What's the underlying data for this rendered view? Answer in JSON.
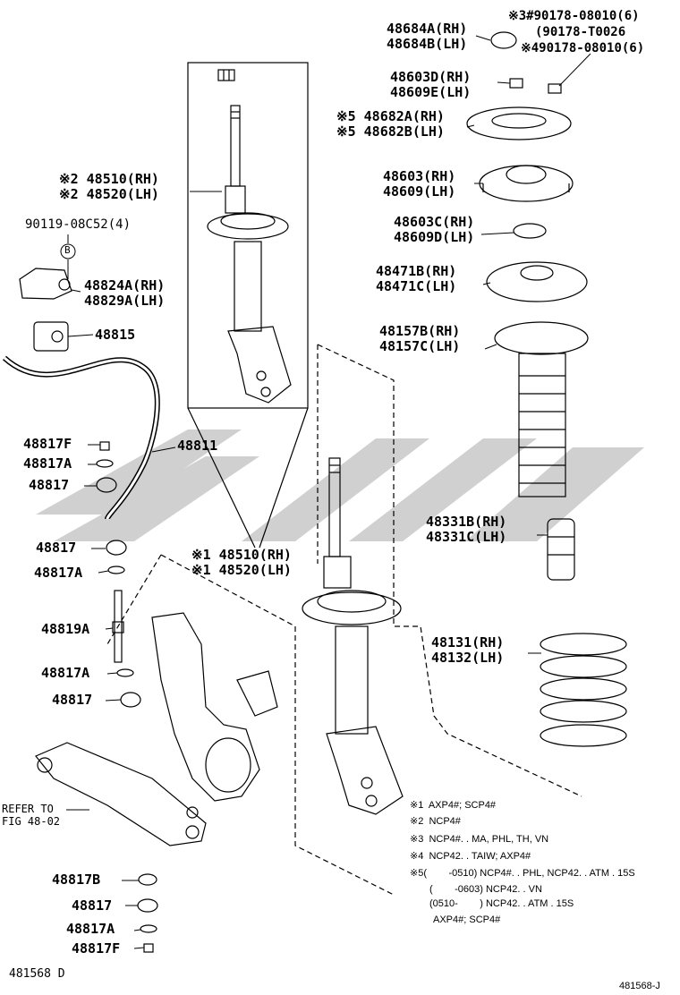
{
  "diagram": {
    "watermark_color": "#c8c8c8",
    "labels": {
      "p48684ab": "48684A(RH)\n48684B(LH)",
      "p90178_1": "※3#90178-08010(6)",
      "p90178_2": "(90178-T0026",
      "p90178_3": "※490178-08010(6)",
      "p48603de": "48603D(RH)\n48609E(LH)",
      "p48682ab": "※5 48682A(RH)\n※5 48682B(LH)",
      "p48603": "48603(RH)\n48609(LH)",
      "p48603c": "48603C(RH)\n48609D(LH)",
      "p48471": "48471B(RH)\n48471C(LH)",
      "p48157": "48157B(RH)\n48157C(LH)",
      "p48331": "48331B(RH)\n48331C(LH)",
      "p48131": "48131(RH)\n48132(LH)",
      "p48510_top": "※2 48510(RH)\n※2 48520(LH)",
      "p90119": "90119-08C52(4)",
      "pB": "B",
      "p48824": "48824A(RH)\n48829A(LH)",
      "p48815": "48815",
      "p48811": "48811",
      "p48817F_1": "48817F",
      "p48817A_1": "48817A",
      "p48817_1": "48817",
      "p48817_2": "48817",
      "p48817A_2": "48817A",
      "p48510_mid": "※1 48510(RH)\n※1 48520(LH)",
      "p48819A": "48819A",
      "p48817A_3": "48817A",
      "p48817_3": "48817",
      "prefer": "REFER TO\nFIG 48-02",
      "p48817B": "48817B",
      "p48817_4": "48817",
      "p48817A_4": "48817A",
      "p48817F_2": "48817F",
      "footer_left": "481568 D",
      "footer_right": "481568-J"
    },
    "notes": [
      "※1  AXP4#; SCP4#",
      "※2  NCP4#",
      "※3  NCP4#. . MA, PHL, TH, VN",
      "※4  NCP42. . TAIW; AXP4#",
      "※5(        -0510) NCP4#. . PHL, NCP42. . ATM . 15S",
      "(        -0603) NCP42. . VN",
      "(0510-        ) NCP42. . ATM . 15S",
      "AXP4#; SCP4#"
    ]
  }
}
